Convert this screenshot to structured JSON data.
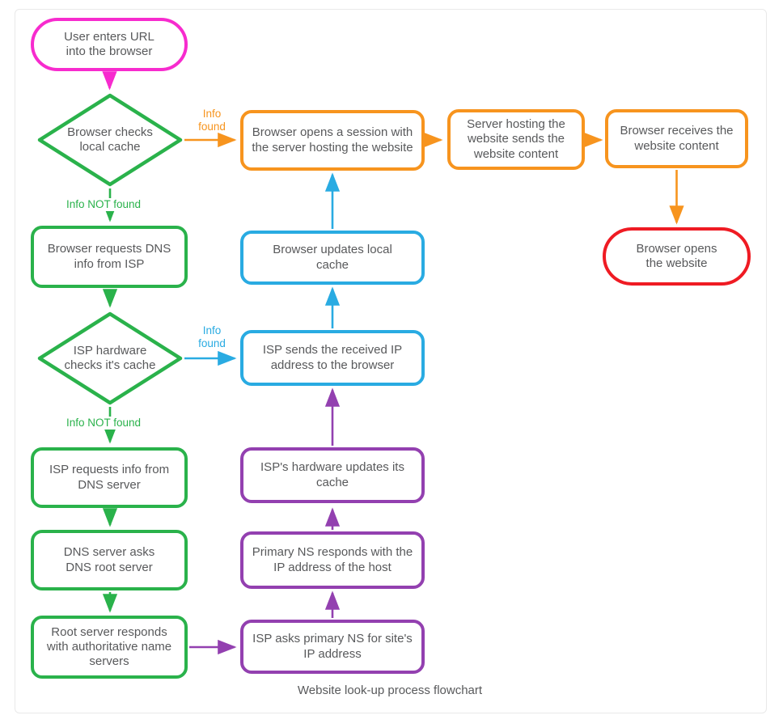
{
  "palette": {
    "magenta": "#f72bce",
    "green": "#2ab24b",
    "orange": "#f7941e",
    "blue": "#29abe2",
    "purple": "#9340b0",
    "red": "#ef1b23",
    "text": "#58595b",
    "frame": "#e9e9e9"
  },
  "caption": "Website look-up process flowchart",
  "edge_labels": {
    "info_found": "Info found",
    "info_not_found": "Info NOT found"
  },
  "nodes": {
    "start": {
      "label": "User enters URL into the browser",
      "shape": "stadium",
      "color": "magenta"
    },
    "browser_checks_cache": {
      "label": "Browser checks local cache",
      "shape": "diamond",
      "color": "green"
    },
    "browser_requests_dns": {
      "label": "Browser requests DNS info from ISP",
      "shape": "rect",
      "color": "green"
    },
    "isp_checks_cache": {
      "label": "ISP hardware checks it's cache",
      "shape": "diamond",
      "color": "green"
    },
    "isp_requests_info": {
      "label": "ISP requests info from DNS server",
      "shape": "rect",
      "color": "green"
    },
    "dns_asks_root": {
      "label": "DNS server asks DNS root server",
      "shape": "rect",
      "color": "green"
    },
    "root_responds": {
      "label": "Root server responds with authoritative name servers",
      "shape": "rect",
      "color": "green"
    },
    "opens_session": {
      "label": "Browser opens a session with the server hosting the website",
      "shape": "rect",
      "color": "orange"
    },
    "updates_local_cache": {
      "label": "Browser updates local cache",
      "shape": "rect",
      "color": "blue"
    },
    "isp_sends_ip": {
      "label": "ISP sends the received IP address to the browser",
      "shape": "rect",
      "color": "blue"
    },
    "isp_updates_cache": {
      "label": "ISP's hardware updates its cache",
      "shape": "rect",
      "color": "purple"
    },
    "primary_ns_responds": {
      "label": "Primary NS responds with the IP address of the host",
      "shape": "rect",
      "color": "purple"
    },
    "asks_primary_ns": {
      "label": "ISP asks primary NS for site's IP address",
      "shape": "rect",
      "color": "purple"
    },
    "server_sends_content": {
      "label": "Server hosting the website sends the website content",
      "shape": "rect",
      "color": "orange"
    },
    "browser_receives": {
      "label": "Browser receives the website content",
      "shape": "rect",
      "color": "orange"
    },
    "end": {
      "label": "Browser opens the website",
      "shape": "stadium",
      "color": "red"
    }
  }
}
